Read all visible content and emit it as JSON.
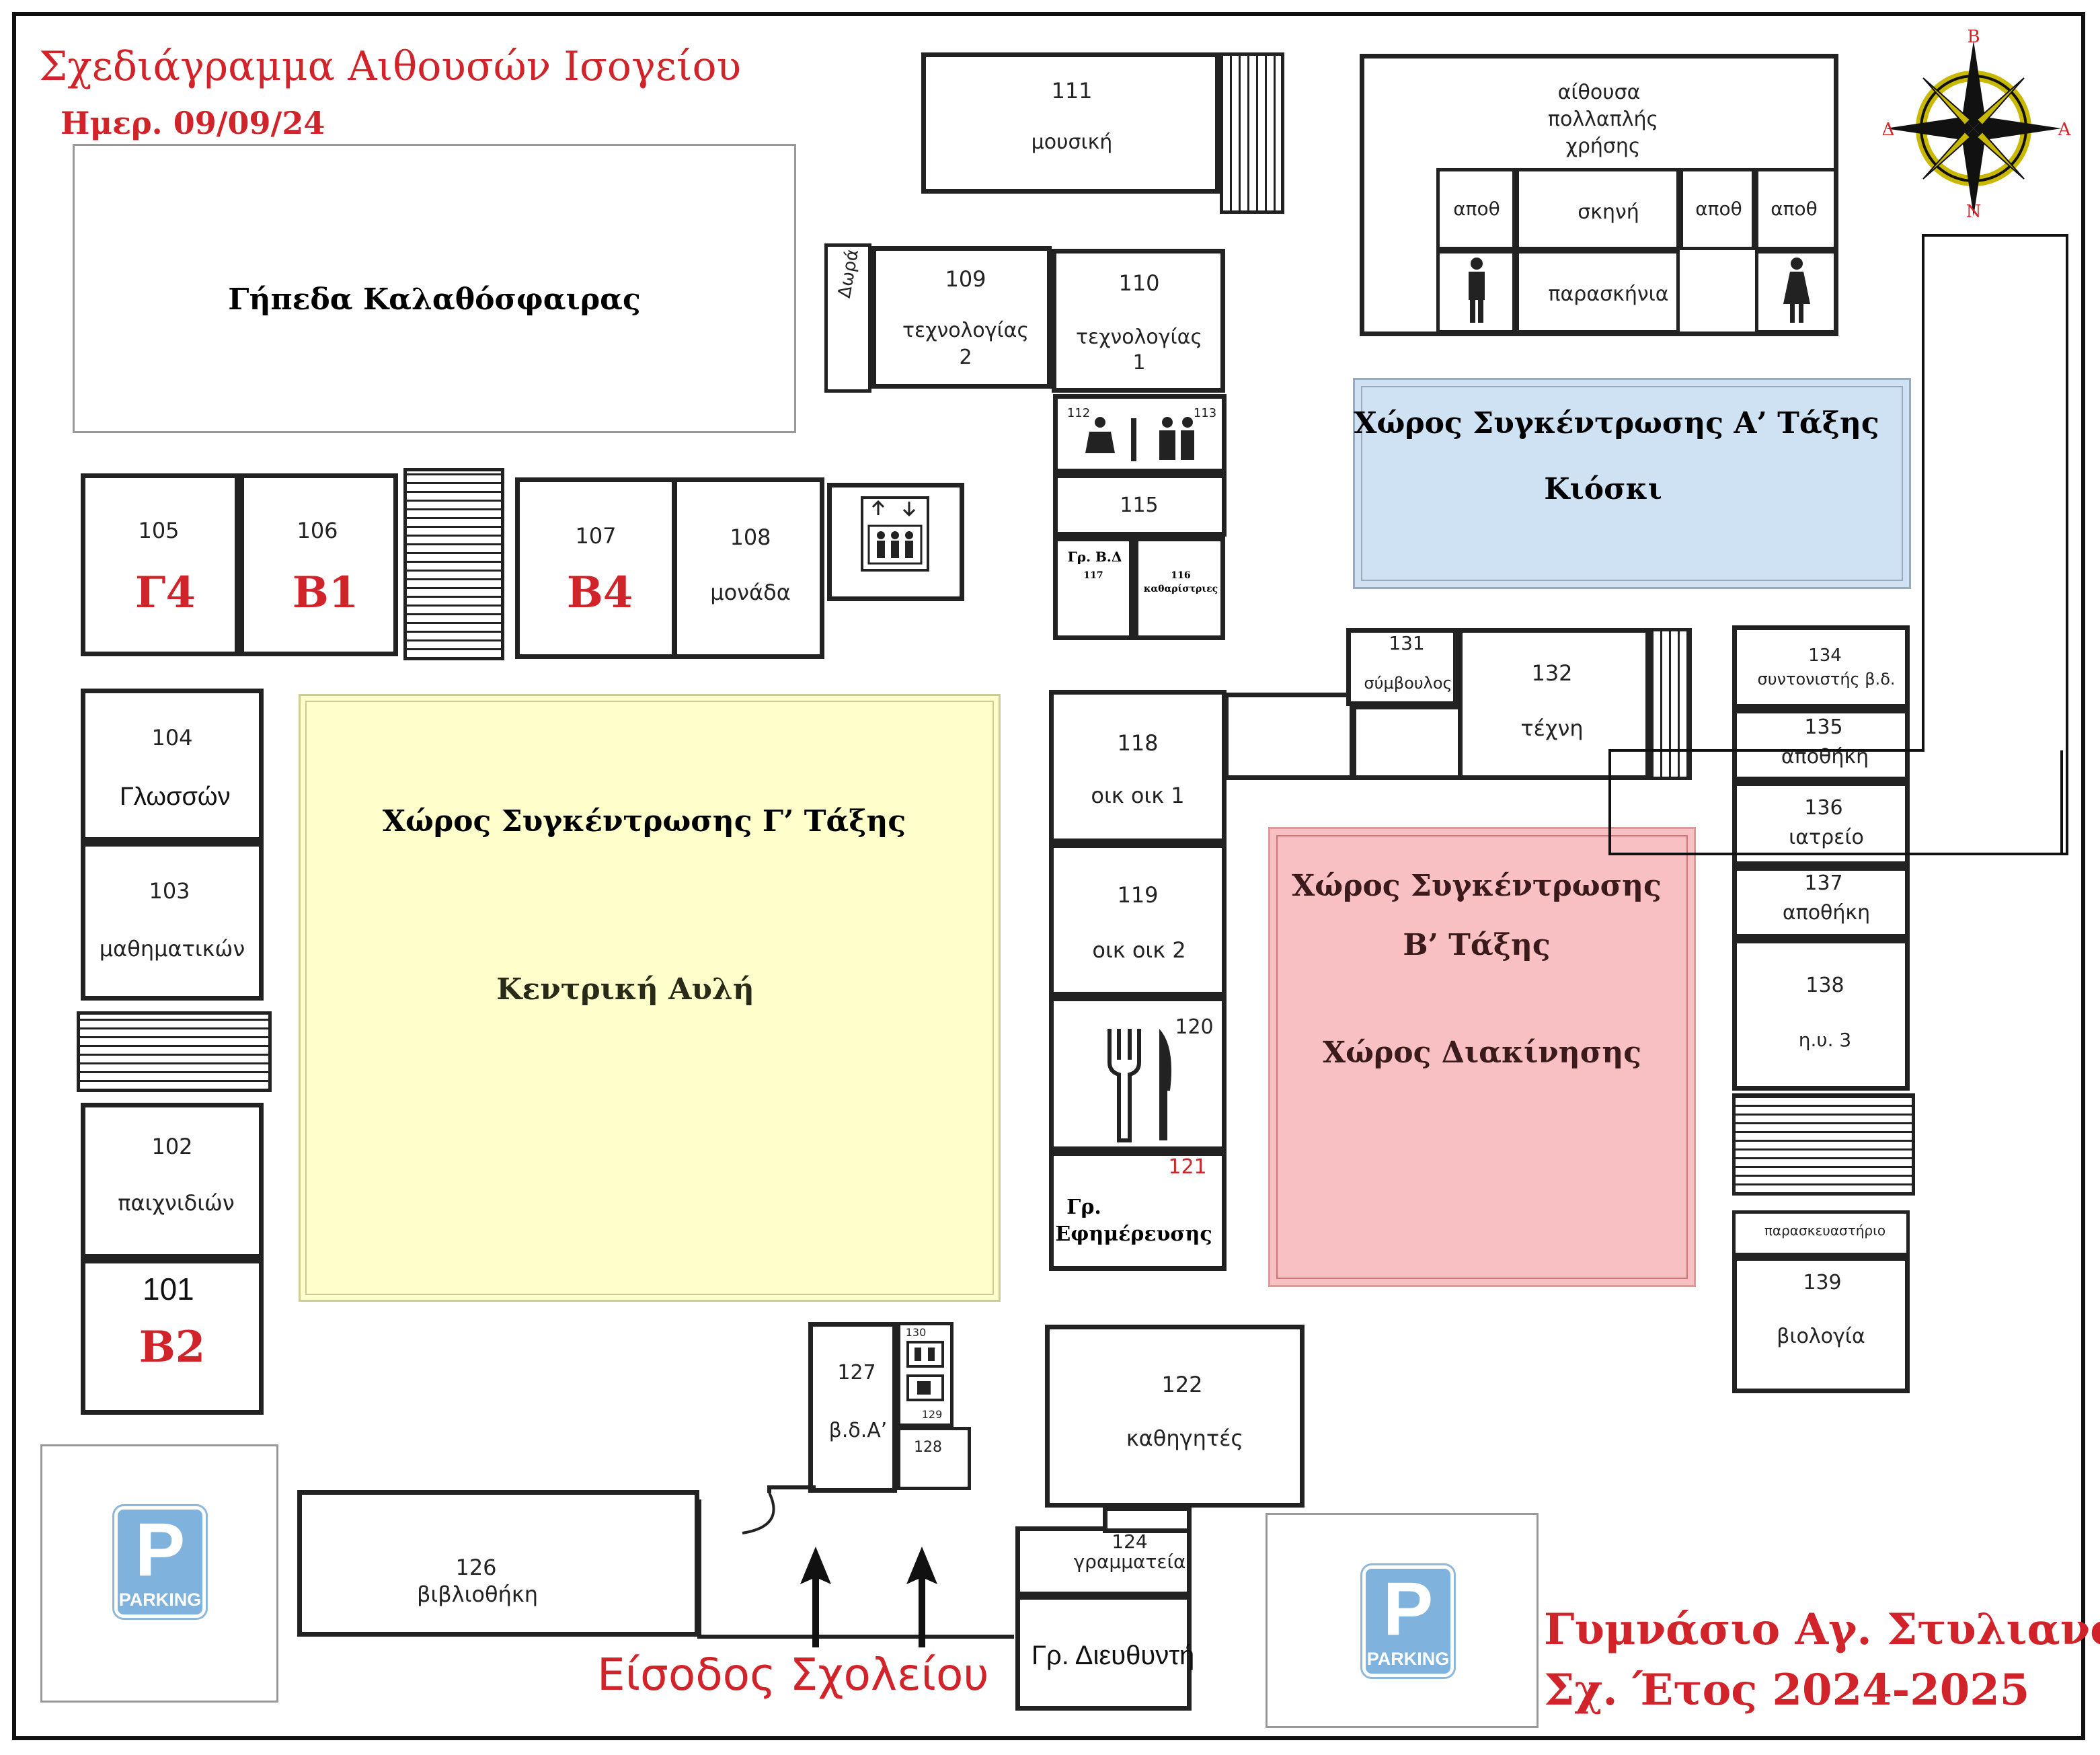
{
  "header": {
    "title": "Σχεδιάγραμμα Αιθουσών Ισογείου",
    "date": "Ημερ. 09/09/24"
  },
  "footer": {
    "school": "Γυμνάσιο Αγ. Στυλιανού",
    "year": "Σχ. Έτος 2024-2025",
    "entrance": "Είσοδος Σχολείου"
  },
  "compass": {
    "n": "Β",
    "s": "Ν",
    "e": "Α",
    "w": "Δ"
  },
  "parking_label": "PARKING",
  "parking_letter": "P",
  "zones": {
    "basketball": "Γήπεδα Καλαθόσφαιρας",
    "gathering_a": "Χώρος Συγκέντρωσης Α’ Τάξης",
    "kiosk": "Κιόσκι",
    "gathering_c": "Χώρος Συγκέντρωσης Γ’ Τάξης",
    "courtyard": "Κεντρική Αυλή",
    "gathering_b_1": "Χώρος Συγκέντρωσης",
    "gathering_b_2": "Β’ Τάξης",
    "circulation": "Χώρος Διακίνησης"
  },
  "colors": {
    "red": "#d0232a",
    "zone_a_fill": "#cfe2f3",
    "zone_c_fill": "#ffffcc",
    "zone_b_fill": "#f8c0c2",
    "parking": "#7fb2dc"
  },
  "rooms": {
    "r101": {
      "num": "101",
      "class": "Β2"
    },
    "r102": {
      "num": "102",
      "name": "παιχνιδιών"
    },
    "r103": {
      "num": "103",
      "name": "μαθηματικών"
    },
    "r104": {
      "num": "104",
      "name": "Γλωσσών"
    },
    "r105": {
      "num": "105",
      "class": "Γ4"
    },
    "r106": {
      "num": "106",
      "class": "Β1"
    },
    "r107": {
      "num": "107",
      "class": "Β4"
    },
    "r108": {
      "num": "108",
      "name": "μονάδα"
    },
    "r109": {
      "num": "109",
      "name": "τεχνολογίας",
      "sub": "2"
    },
    "r110": {
      "num": "110",
      "name": "τεχνολογίας",
      "sub": "1"
    },
    "r111": {
      "num": "111",
      "name": "μουσική"
    },
    "r112": {
      "num": "112"
    },
    "r113": {
      "num": "113"
    },
    "r115": {
      "num": "115"
    },
    "r116": {
      "num": "116",
      "name": "καθαρίστριες"
    },
    "r117": {
      "num": "117",
      "name": "Γρ. Β.Δ"
    },
    "r118": {
      "num": "118",
      "name": "οικ οικ 1"
    },
    "r119": {
      "num": "119",
      "name": "οικ οικ 2"
    },
    "r120": {
      "num": "120"
    },
    "r121": {
      "num": "121",
      "name_1": "Γρ.",
      "name_2": "Εφημέρευσης"
    },
    "r122": {
      "num": "122",
      "name": "καθηγητές"
    },
    "r124": {
      "num": "124",
      "name": "γραμματεία"
    },
    "director": {
      "name": "Γρ. Διευθυντή"
    },
    "r126": {
      "num": "126",
      "name": "βιβλιοθήκη"
    },
    "r127": {
      "num": "127",
      "name": "β.δ.Α’"
    },
    "r128": {
      "num": "128"
    },
    "r129": {
      "num": "129"
    },
    "r130": {
      "num": "130"
    },
    "r131": {
      "num": "131",
      "name": "σύμβουλος"
    },
    "r132": {
      "num": "132",
      "name": "τέχνη"
    },
    "r134": {
      "num": "134",
      "name": "συντονιστής β.δ."
    },
    "r135": {
      "num": "135",
      "name": "αποθήκη"
    },
    "r136": {
      "num": "136",
      "name": "ιατρείο"
    },
    "r137": {
      "num": "137",
      "name": "αποθήκη"
    },
    "r138": {
      "num": "138",
      "name": "η.υ. 3"
    },
    "r139": {
      "num": "139",
      "name": "βιολογία"
    },
    "prep": {
      "name": "παρασκευαστήριο"
    },
    "hall": {
      "name_1": "αίθουσα",
      "name_2": "πολλαπλής",
      "name_3": "χρήσης"
    },
    "stage": {
      "name": "σκηνή"
    },
    "store_1": {
      "name": "αποθ"
    },
    "store_2": {
      "name": "αποθ"
    },
    "store_3": {
      "name": "αποθ"
    },
    "backstage": {
      "name": "παρασκήνια"
    },
    "wc_label": {
      "name": "Δωρά"
    }
  }
}
